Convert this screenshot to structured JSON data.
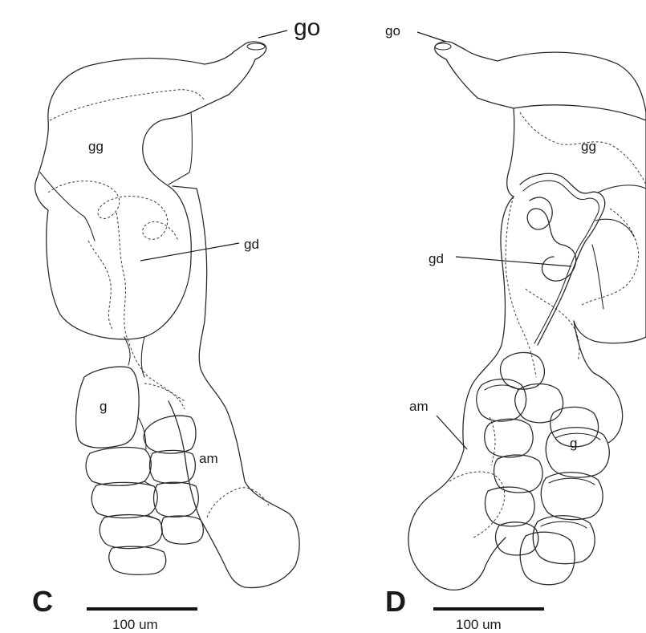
{
  "panels": [
    {
      "letter": "C",
      "scale_label": "100 um",
      "labels": {
        "go": "go",
        "gg": "gg",
        "gd": "gd",
        "g": "g",
        "am": "am"
      }
    },
    {
      "letter": "D",
      "scale_label": "100 um",
      "labels": {
        "go": "go",
        "gg": "gg",
        "gd": "gd",
        "g": "g",
        "am": "am"
      }
    }
  ]
}
